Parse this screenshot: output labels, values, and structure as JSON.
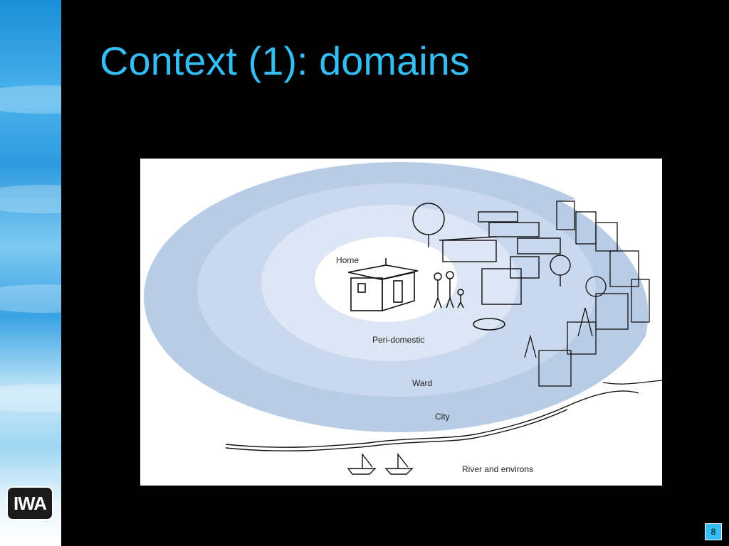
{
  "slide": {
    "title": "Context (1): domains",
    "page_number": "8"
  },
  "logo": {
    "icon": "iwa-logo-icon",
    "text": "IWA"
  },
  "diagram": {
    "zones": [
      {
        "label": "Home"
      },
      {
        "label": "Peri-domestic"
      },
      {
        "label": "Ward"
      },
      {
        "label": "City"
      },
      {
        "label": "River and environs"
      }
    ]
  },
  "colors": {
    "title": "#33bdf2",
    "background": "#000000",
    "ring_outer": "#b8cce6",
    "ring_mid": "#c9d8ee",
    "ring_inner": "#dce6f4",
    "ring_core": "#ffffff"
  }
}
